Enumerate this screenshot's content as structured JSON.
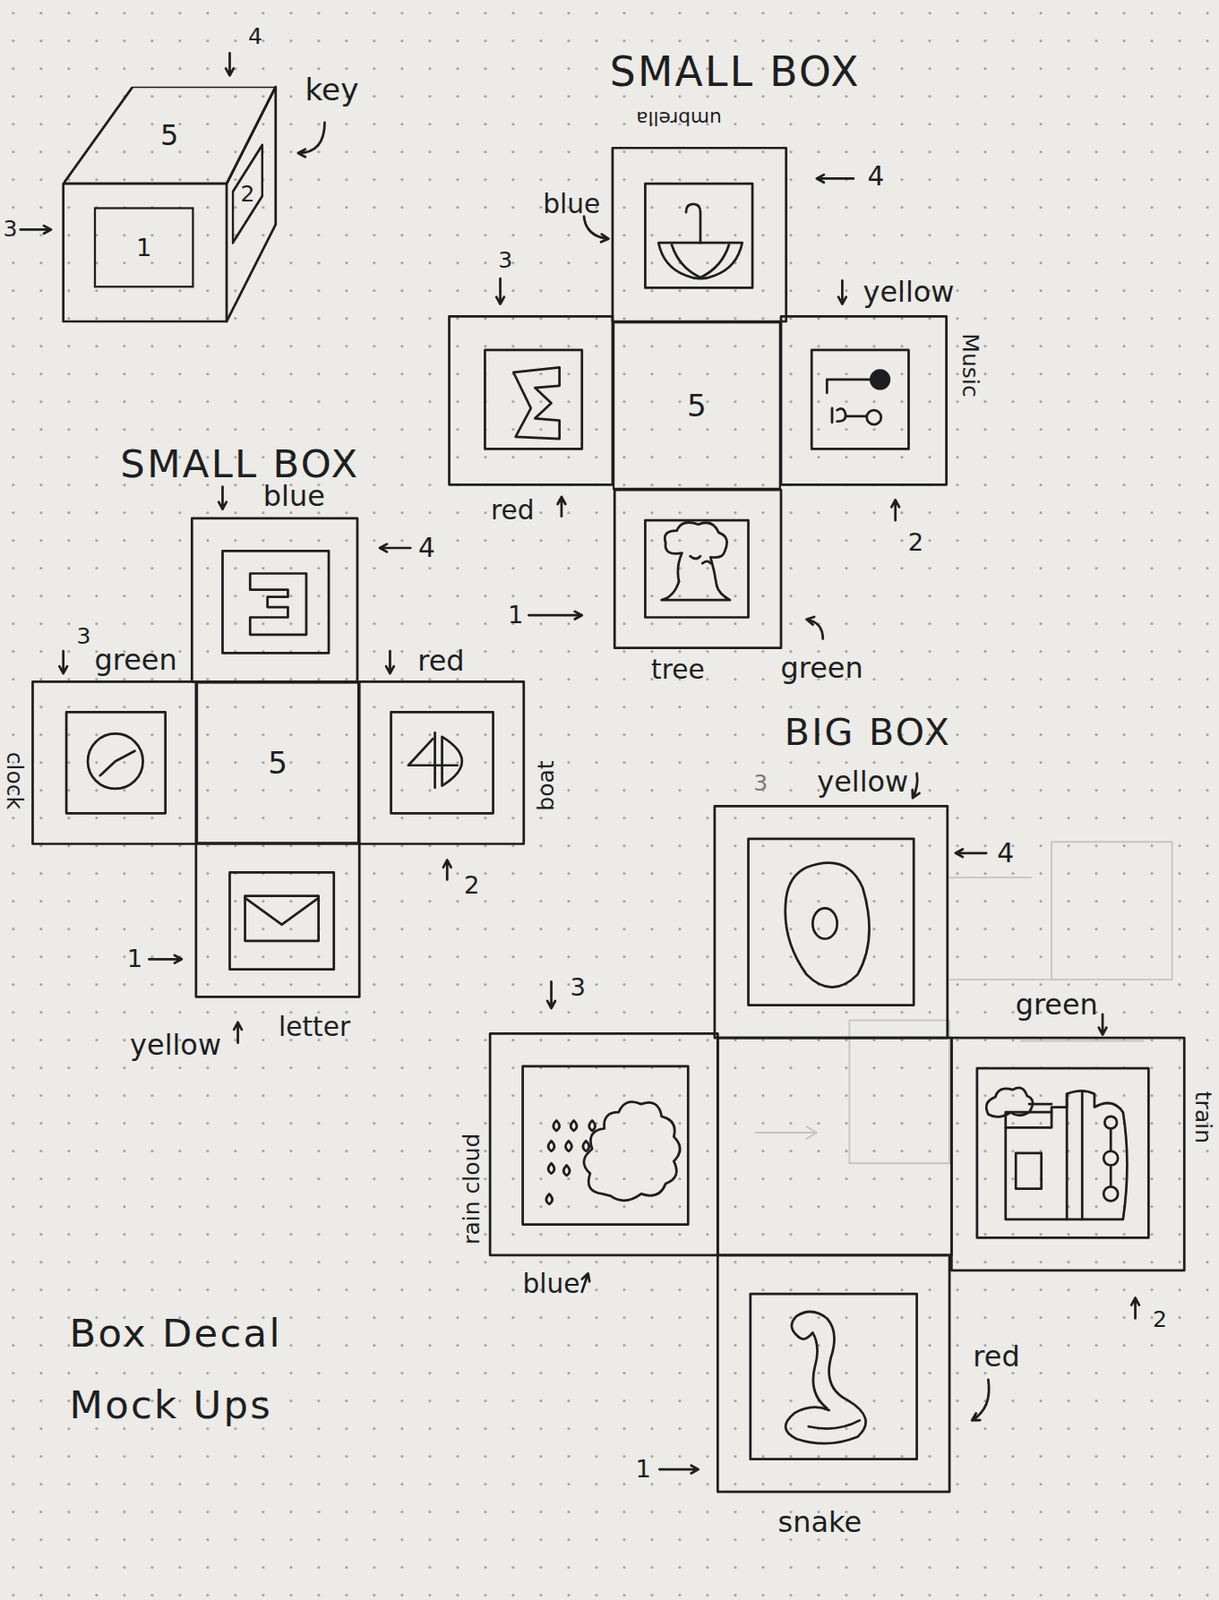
{
  "diagram": {
    "caption": "Box Decal Mock Ups",
    "nodes": [
      {
        "text": [
          "5"
        ]
      },
      {
        "text": [
          "2"
        ]
      },
      {
        "text": [
          "1"
        ]
      },
      {
        "text": [
          "5"
        ]
      },
      {
        "text": [
          "5"
        ]
      }
    ],
    "labels": [
      "key",
      "4",
      "3",
      "SMALL BOX",
      "umbrella",
      "blue",
      "4",
      "3",
      "yellow",
      "Music",
      "red",
      "2",
      "1",
      "tree",
      "green",
      "SMALL BOX",
      "blue",
      "4",
      "3",
      "green",
      "red",
      "clock",
      "boat",
      "2",
      "1",
      "yellow",
      "letter",
      "BIG BOX",
      "3",
      "yellow",
      "4",
      "3",
      "green",
      "train",
      "rain cloud",
      "blue",
      "2",
      "red",
      "1",
      "snake"
    ]
  }
}
